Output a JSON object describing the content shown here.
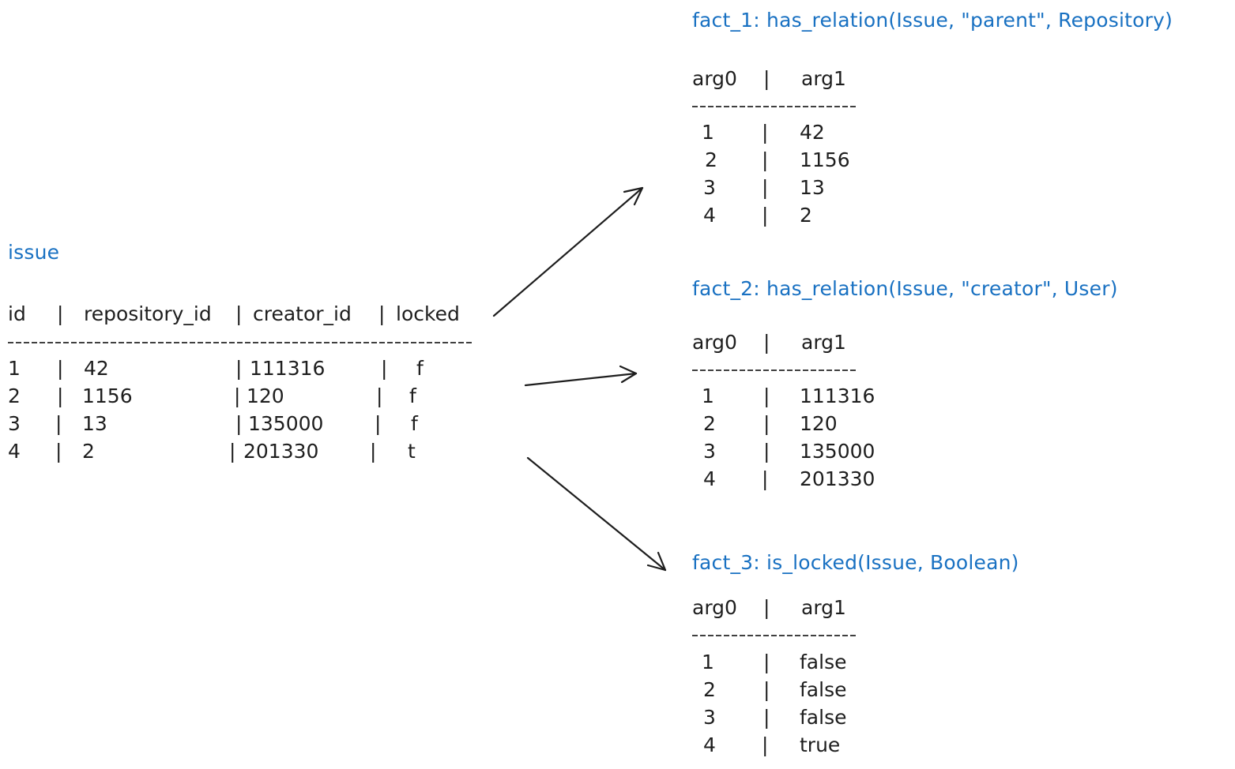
{
  "issue_table": {
    "name": "issue",
    "headers": [
      "id",
      "repository_id",
      "creator_id",
      "locked"
    ],
    "rows": [
      [
        "1",
        "42",
        "111316",
        "f"
      ],
      [
        "2",
        "1156",
        "120",
        "f"
      ],
      [
        "3",
        "13",
        "135000",
        "f"
      ],
      [
        "4",
        "2",
        "201330",
        "t"
      ]
    ]
  },
  "separator": "|",
  "facts": [
    {
      "label": "fact_1: has_relation(Issue, \"parent\", Repository)",
      "headers": [
        "arg0",
        "arg1"
      ],
      "rows": [
        [
          "1",
          "42"
        ],
        [
          "2",
          "1156"
        ],
        [
          "3",
          "13"
        ],
        [
          "4",
          "2"
        ]
      ]
    },
    {
      "label": "fact_2: has_relation(Issue, \"creator\", User)",
      "headers": [
        "arg0",
        "arg1"
      ],
      "rows": [
        [
          "1",
          "111316"
        ],
        [
          "2",
          "120"
        ],
        [
          "3",
          "135000"
        ],
        [
          "4",
          "201330"
        ]
      ]
    },
    {
      "label": "fact_3: is_locked(Issue, Boolean)",
      "headers": [
        "arg0",
        "arg1"
      ],
      "rows": [
        [
          "1",
          "false"
        ],
        [
          "2",
          "false"
        ],
        [
          "3",
          "false"
        ],
        [
          "4",
          "true"
        ]
      ]
    }
  ]
}
